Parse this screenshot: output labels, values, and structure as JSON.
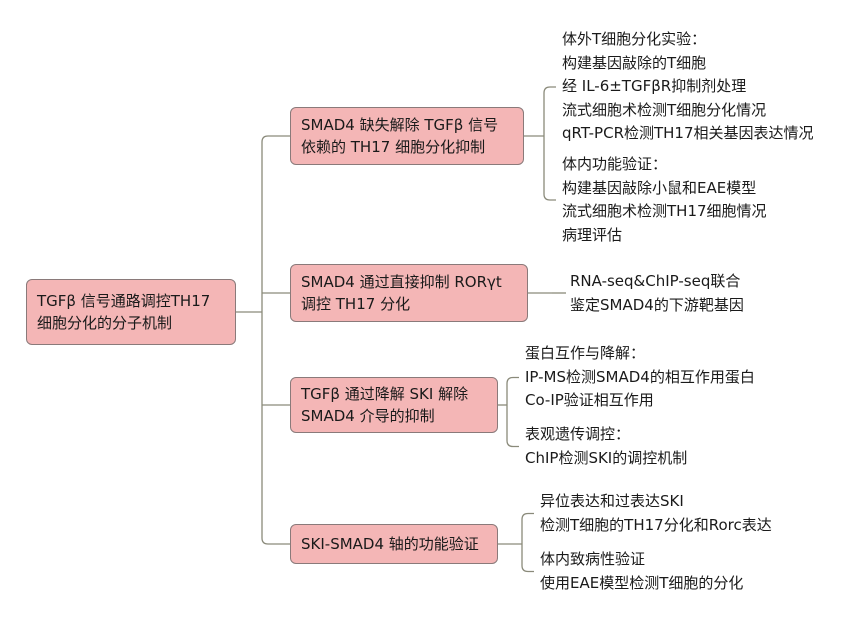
{
  "root": {
    "lines": [
      "TGFβ 信号通路调控TH17",
      "细胞分化的分子机制"
    ]
  },
  "branches": [
    {
      "lines": [
        "SMAD4 缺失解除 TGFβ 信号",
        "依赖的 TH17 细胞分化抑制"
      ],
      "groups": [
        [
          "体外T细胞分化实验：",
          "构建基因敲除的T细胞",
          "经 IL-6±TGFβR抑制剂处理",
          "流式细胞术检测T细胞分化情况",
          "qRT-PCR检测TH17相关基因表达情况"
        ],
        [
          "体内功能验证：",
          "构建基因敲除小鼠和EAE模型",
          "流式细胞术检测TH17细胞情况",
          "病理评估"
        ]
      ]
    },
    {
      "lines": [
        "SMAD4 通过直接抑制 RORγt",
        "调控 TH17 分化"
      ],
      "groups": [
        [
          "RNA-seq&ChIP-seq联合",
          "鉴定SMAD4的下游靶基因"
        ]
      ]
    },
    {
      "lines": [
        "TGFβ 通过降解 SKI 解除",
        "SMAD4 介导的抑制"
      ],
      "groups": [
        [
          "蛋白互作与降解：",
          "IP-MS检测SMAD4的相互作用蛋白",
          "Co-IP验证相互作用"
        ],
        [
          "表观遗传调控：",
          "ChIP检测SKI的调控机制"
        ]
      ]
    },
    {
      "lines": [
        "SKI-SMAD4 轴的功能验证"
      ],
      "groups": [
        [
          "异位表达和过表达SKI",
          "检测T细胞的TH17分化和Rorc表达"
        ],
        [
          "体内致病性验证",
          "使用EAE模型检测T细胞的分化"
        ]
      ]
    }
  ],
  "colors": {
    "node_fill": "#f4b6b6",
    "node_border": "#8a7a7a",
    "connector": "#8a8a7a"
  }
}
